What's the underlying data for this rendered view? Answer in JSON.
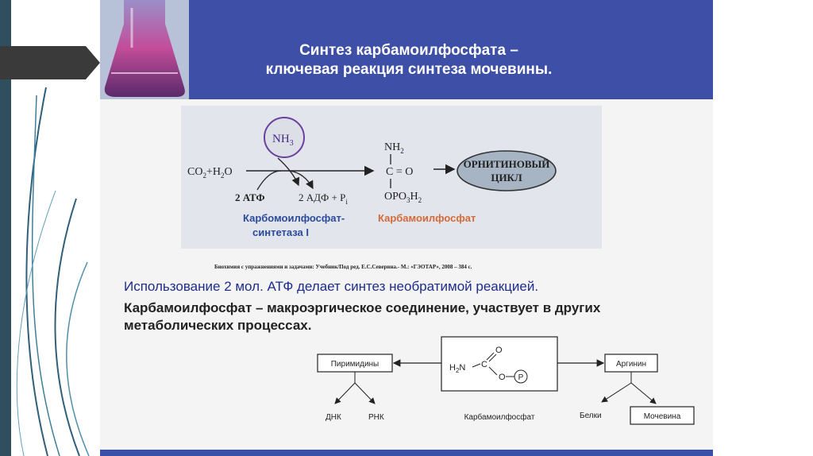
{
  "title": {
    "line1": "Синтез карбамоилфосфата –",
    "line2": "ключевая реакция синтеза мочевины."
  },
  "reaction": {
    "ammonia": "NH",
    "ammonia_sub": "3",
    "reagent_main": "CO",
    "reagent_sub1": "2",
    "reagent_mid": "+H",
    "reagent_sub2": "2",
    "reagent_end": "O",
    "atp": "2 АТФ",
    "adp_main": "2 АДФ + P",
    "adp_sub": "i",
    "product_top": "NH",
    "product_top_sub": "2",
    "product_middle": "C = O",
    "product_bottom": "OPO",
    "product_bottom_sub1": "3",
    "product_bottom_mid": "H",
    "product_bottom_sub2": "2",
    "cycle_line1": "ОРНИТИНОВЫЙ",
    "cycle_line2": "ЦИКЛ",
    "enzyme_line1": "Карбомоилфосфат-",
    "enzyme_line2": "синтетаза I",
    "product_name": "Карбамоилфосфат"
  },
  "source": "Биохимия с упражнениями и задачами: Учебник/Под ред. Е.С.Северина.- М.: «ГЭОТАР», 2008 – 384  с.",
  "text": {
    "blue_line": "Использование 2 мол. АТФ делает синтез  необратимой реакцией.",
    "dark_line1": "Карбамоилфосфат – макроэргическое соединение, участвует в других",
    "dark_line2": "метаболических процессах."
  },
  "schema": {
    "pyrimidines": "Пиримидины",
    "dna": "ДНК",
    "rna": "РНК",
    "center_h2n": "H",
    "center_h2n_sub": "2",
    "center_n": "N",
    "center_c": "C",
    "center_o_top": "O",
    "center_o": "O",
    "center_p": "P",
    "center_label": "Карбамоилфосфат",
    "arginine": "Аргинин",
    "proteins": "Белки",
    "urea": "Мочевина"
  },
  "colors": {
    "banner": "#3d4fa7",
    "blue_text": "#1e2c8c",
    "enzyme_text": "#2a4a9a",
    "product_text": "#d26a3a",
    "oval": "#a7b4c4"
  }
}
